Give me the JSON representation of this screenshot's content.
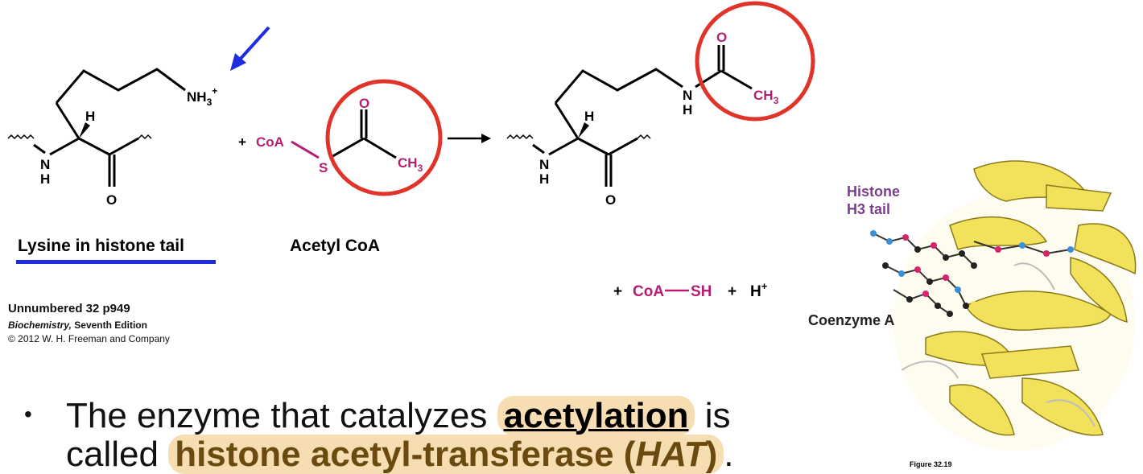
{
  "colors": {
    "magenta": "#b51e73",
    "annotation_red": "#e0342b",
    "arrow_blue": "#1f2de0",
    "underline_blue": "#1f2de0",
    "highlight": "#f6ddb2",
    "histone_label": "#7b3f8c",
    "ribbon_yellow": "#f2e15a"
  },
  "reactant1": {
    "nh3": "NH",
    "nh3_sub": "3",
    "nh3_sup": "+",
    "h_alpha": "H",
    "n_backbone": "N",
    "n_h": "H",
    "carbonyl_o": "O",
    "label": "Lysine in histone tail"
  },
  "reactant2": {
    "plus": "+",
    "coa": "CoA",
    "s": "S",
    "o": "O",
    "ch": "CH",
    "ch_sub": "3",
    "label": "Acetyl CoA"
  },
  "product": {
    "o": "O",
    "nh_n": "N",
    "nh_h": "H",
    "ch": "CH",
    "ch_sub": "3",
    "h_alpha": "H",
    "n_backbone": "N",
    "n_h": "H",
    "carbonyl_o": "O"
  },
  "byproducts": {
    "plus1": "+",
    "coa": "CoA",
    "sh": "SH",
    "plus2": "+",
    "h": "H",
    "h_sup": "+"
  },
  "credit": {
    "line1": "Unnumbered 32 p949",
    "book": "Biochemistry,",
    "edition": "Seventh Edition",
    "line3": "© 2012 W. H. Freeman and Company"
  },
  "structure": {
    "label_histone_line1": "Histone",
    "label_histone_line2": "H3 tail",
    "label_coenzyme": "Coenzyme A",
    "figure_number": "Figure 32.19"
  },
  "bullet": {
    "symbol": "•",
    "text1": "The enzyme that catalyzes",
    "term1": "acetylation",
    "text2": "is",
    "text3": "called",
    "term2_a": "histone acetyl-transferase (",
    "term2_b": "HAT",
    "term2_c": ")",
    "text4": "."
  }
}
